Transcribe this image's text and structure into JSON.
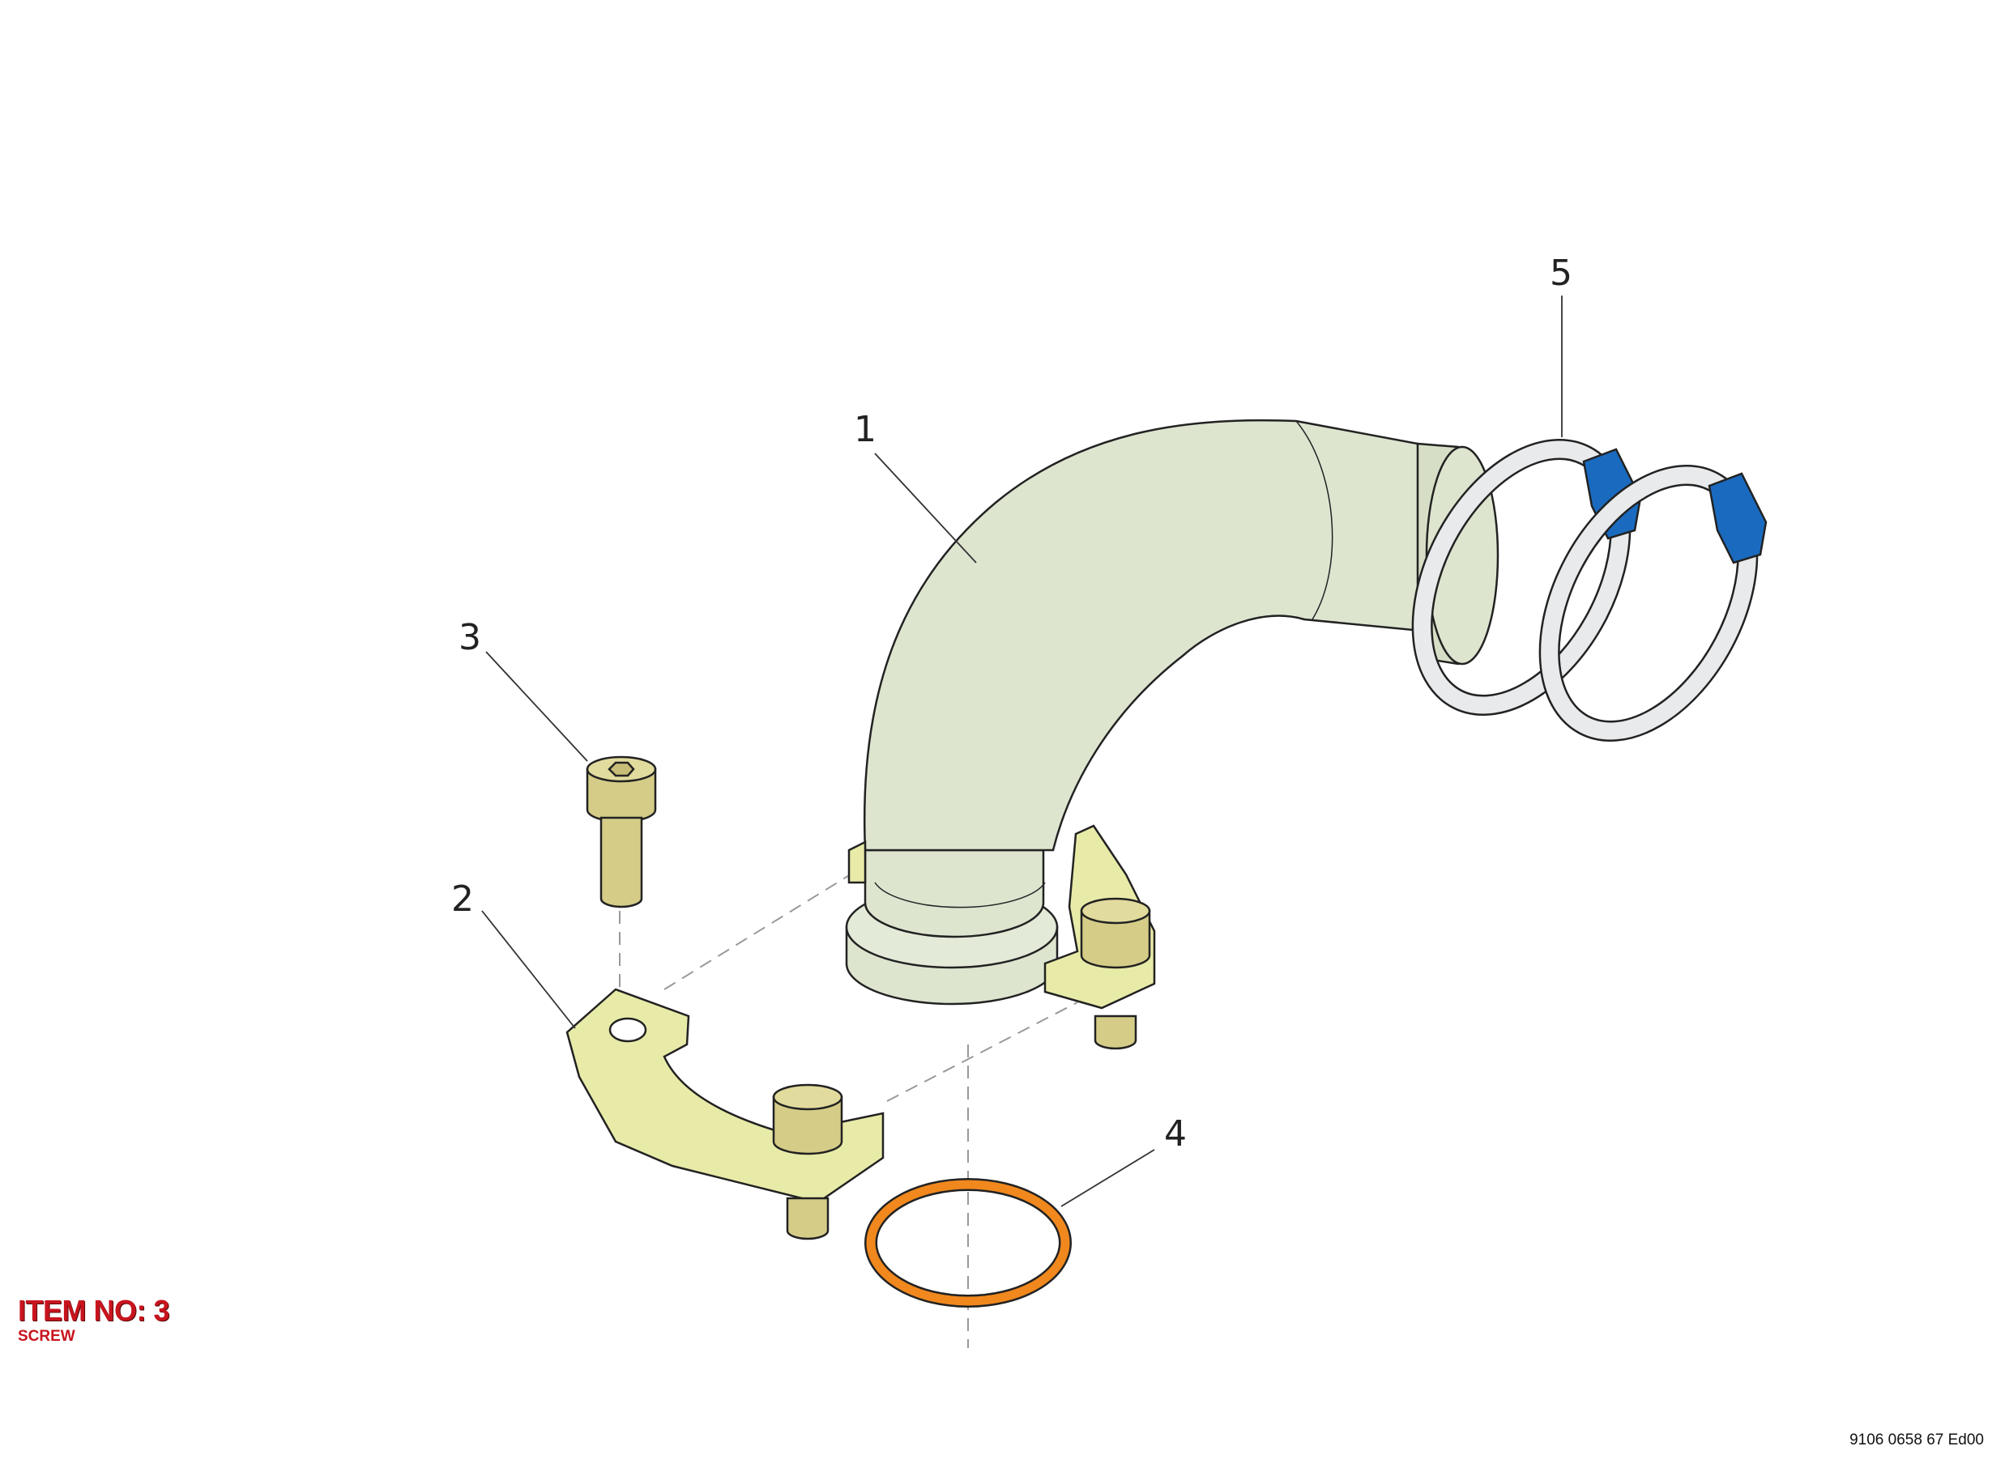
{
  "callouts": {
    "c1": "1",
    "c2": "2",
    "c3": "3",
    "c4": "4",
    "c5": "5"
  },
  "selected_item": {
    "label": "ITEM NO: 3",
    "description": "SCREW"
  },
  "document_ref": "9106 0658 67 Ed00",
  "colors": {
    "pipe": "#dde5cf",
    "flange_clamp": "#e8eba8",
    "screw": "#d5cc88",
    "seal_ring": "#f0881e",
    "hose_clamp": "#e8eaec",
    "clamp_screw": "#1a6bbf",
    "highlight_text": "#c8141e"
  }
}
